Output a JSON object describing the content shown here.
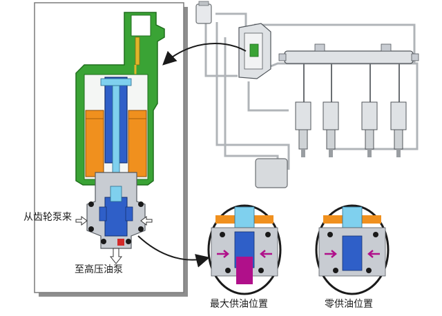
{
  "labels": {
    "from_gear_pump": "从齿轮泵来",
    "to_high_pressure_pump": "至高压油泵",
    "max_supply_position": "最大供油位置",
    "zero_supply_position": "零供油位置"
  },
  "colors": {
    "housing_green": "#3aa335",
    "coil_orange": "#f0901e",
    "core_blue": "#2f5fc8",
    "rod_lightblue": "#7fd0ee",
    "body_gray": "#c8ccd2",
    "piping_gray": "#b0b4b8",
    "fuel_magenta": "#b0108a",
    "frame_shadow": "#9a9a9a"
  },
  "icons": [
    "arrow-right-icon",
    "arrow-left-icon",
    "arrow-down-icon",
    "curved-arrow-icon"
  ]
}
